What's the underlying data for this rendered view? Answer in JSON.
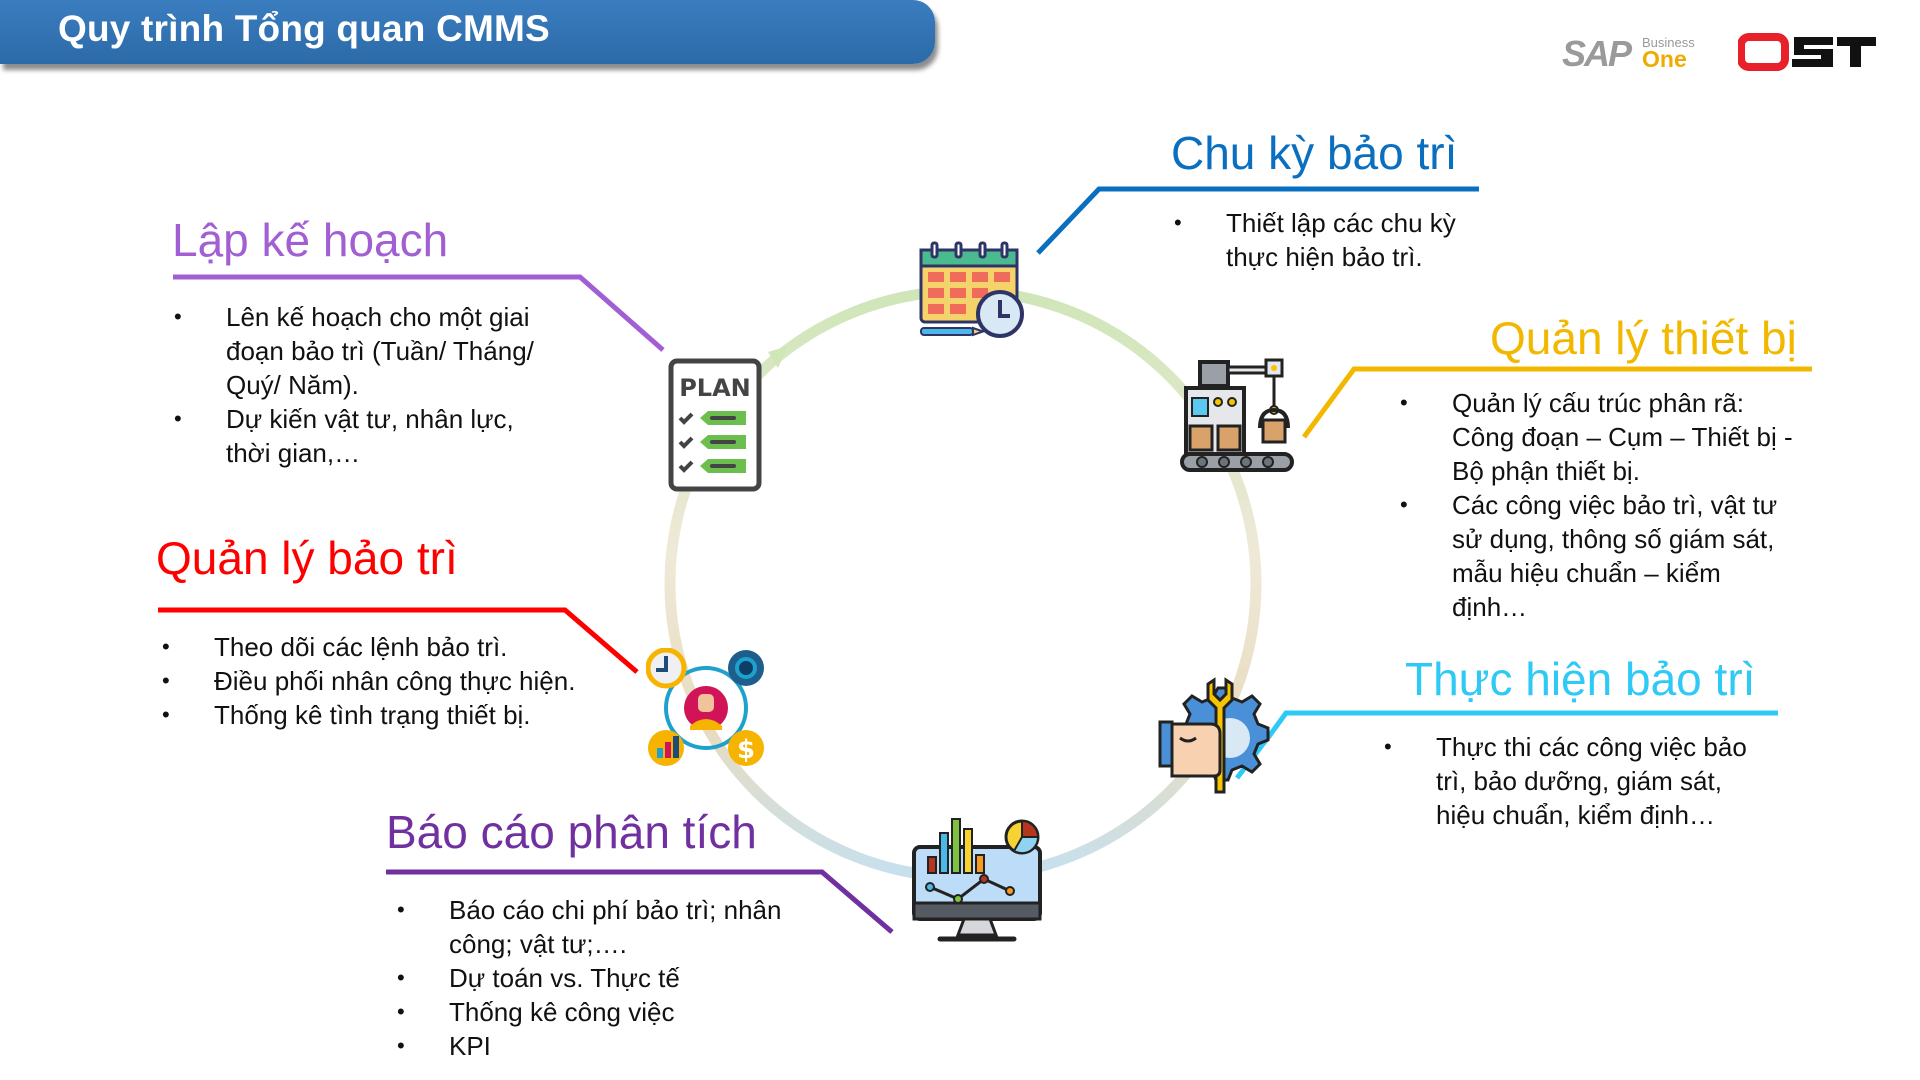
{
  "header": {
    "title": "Quy trình Tổng quan CMMS"
  },
  "logos": {
    "sap_main": "SAP",
    "sap_business": "Business",
    "sap_one": "One",
    "ost": "OST"
  },
  "colors": {
    "banner": "#2e6fae",
    "plan": "#a25fd4",
    "maintenance_mgmt": "#ff0000",
    "reports": "#7030a0",
    "cycle": "#0b6fc0",
    "equipment": "#f2b800",
    "execution": "#2ec9f5"
  },
  "sections": {
    "plan": {
      "title": "Lập kế hoạch",
      "icon": "plan-checklist-icon",
      "bullets": [
        [
          "Lên kế hoạch cho một giai",
          "đoạn bảo trì (Tuần/ Tháng/",
          "Quý/ Năm)."
        ],
        [
          "Dự kiến vật tư, nhân lực,",
          "thời gian,…"
        ]
      ]
    },
    "maintenance_mgmt": {
      "title": "Quản lý bảo trì",
      "icon": "team-management-icon",
      "bullets": [
        [
          "Theo dõi các lệnh bảo trì."
        ],
        [
          "Điều phối nhân công thực hiện."
        ],
        [
          "Thống kê tình trạng thiết bị."
        ]
      ]
    },
    "reports": {
      "title": "Báo cáo phân tích",
      "icon": "analytics-monitor-icon",
      "bullets": [
        [
          "Báo cáo chi phí bảo trì; nhân",
          "công; vật tư;…."
        ],
        [
          "Dự toán vs. Thực tế"
        ],
        [
          "Thống kê công việc"
        ],
        [
          "KPI"
        ]
      ]
    },
    "cycle": {
      "title": "Chu kỳ bảo trì",
      "icon": "calendar-clock-icon",
      "bullets": [
        [
          "Thiết lập các chu kỳ",
          "thực hiện bảo trì."
        ]
      ]
    },
    "equipment": {
      "title": "Quản lý thiết bị",
      "icon": "factory-machine-icon",
      "bullets": [
        [
          "Quản lý cấu trúc phân rã:",
          "Công đoạn – Cụm – Thiết bị -",
          "Bộ phận thiết bị."
        ],
        [
          "Các công việc bảo trì, vật tư",
          "sử dụng, thông số giám sát,",
          "mẫu hiệu chuẩn – kiểm",
          "định…"
        ]
      ]
    },
    "execution": {
      "title": "Thực hiện bảo trì",
      "icon": "wrench-hand-gear-icon",
      "bullets": [
        [
          "Thực thi các công việc bảo",
          "trì, bảo dưỡng, giám sát,",
          "hiệu chuẩn, kiểm định…"
        ]
      ]
    }
  }
}
